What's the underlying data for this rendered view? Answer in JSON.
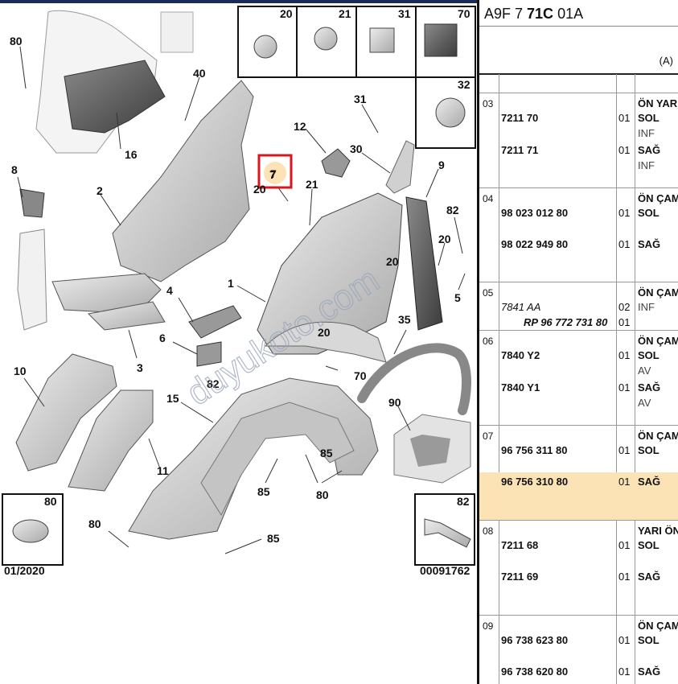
{
  "diagram": {
    "callouts": [
      "80",
      "40",
      "16",
      "8",
      "2",
      "31",
      "12",
      "30",
      "9",
      "7",
      "20",
      "21",
      "82",
      "20",
      "5",
      "1",
      "4",
      "6",
      "3",
      "10",
      "15",
      "20",
      "70",
      "82",
      "35",
      "90",
      "85",
      "11",
      "85",
      "80",
      "80",
      "85",
      "80",
      "20"
    ],
    "inset_boxes": [
      "20",
      "21",
      "31",
      "70",
      "32",
      "80",
      "82"
    ],
    "footer_left": "01/2020",
    "footer_right": "00091762",
    "watermark": "duyukoto.com",
    "highlight_callout": "7",
    "highlight_color": "#d9161b"
  },
  "panel": {
    "ref_prefix": "A9F 7 ",
    "ref_bold": "71C",
    "ref_suffix": " 01A",
    "sub_label": "(A)",
    "groups": [
      {
        "no": "03",
        "lines": [
          {
            "pn": "7211 70",
            "qty": "01",
            "desc": "ÖN YARI"
          },
          {
            "pn": "",
            "qty": "01",
            "desc": "SOL"
          },
          {
            "pn": "",
            "qty": "",
            "desc": "INF"
          },
          {
            "pn": "7211 71",
            "qty": "01",
            "desc": "SAĞ"
          },
          {
            "pn": "",
            "qty": "",
            "desc": "INF"
          }
        ]
      },
      {
        "no": "04",
        "lines": [
          {
            "pn": "98 023 012 80",
            "qty": "01",
            "desc": "ÖN ÇAM"
          },
          {
            "pn": "98 022 949 80",
            "qty": "01",
            "desc": "SAĞ"
          }
        ]
      },
      {
        "no": "05",
        "lines": [
          {
            "pn": "7841 AA",
            "qty": "02",
            "desc": "ÖN ÇAM"
          },
          {
            "pn": "RP 96 772 731 80",
            "qty": "01",
            "desc": "INF"
          }
        ]
      },
      {
        "no": "06",
        "lines": [
          {
            "pn": "7840 Y2",
            "qty": "01",
            "desc": "ÖN ÇAM"
          },
          {
            "pn": "",
            "qty": "",
            "desc": "AV"
          },
          {
            "pn": "7840 Y1",
            "qty": "01",
            "desc": "SAĞ"
          },
          {
            "pn": "",
            "qty": "",
            "desc": "AV"
          }
        ]
      },
      {
        "no": "07",
        "lines": [
          {
            "pn": "96 756 311 80",
            "qty": "01",
            "desc": "ÖN ÇAM"
          },
          {
            "pn": "96 756 310 80",
            "qty": "01",
            "desc": "SAĞ"
          }
        ]
      },
      {
        "no": "08",
        "lines": [
          {
            "pn": "7211 68",
            "qty": "01",
            "desc": "YARI ÖN"
          },
          {
            "pn": "7211 69",
            "qty": "01",
            "desc": "SAĞ"
          }
        ]
      },
      {
        "no": "09",
        "lines": [
          {
            "pn": "96 738 623 80",
            "qty": "01",
            "desc": "ÖN ÇAM"
          },
          {
            "pn": "96 738 620 80",
            "qty": "01",
            "desc": "SAĞ"
          }
        ]
      }
    ],
    "desc_extra": {
      "g03_sol": "SOL",
      "g04_sol": "SOL",
      "g06_sol": "SOL",
      "g07_sol": "SOL",
      "g08_sol": "SOL",
      "g09_sol": "SOL",
      "g04_qty1": "01",
      "g05_qty2": "01"
    },
    "highlight_color": "#fbe3b6"
  }
}
